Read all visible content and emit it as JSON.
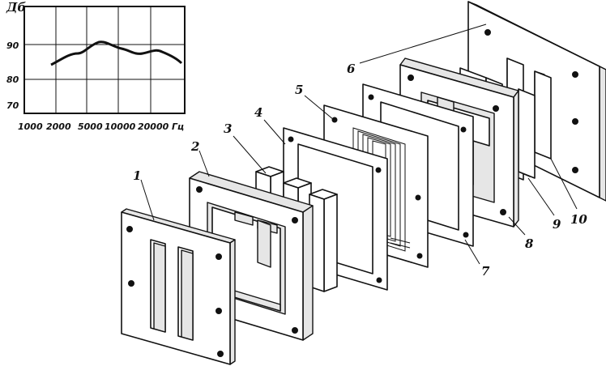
{
  "chart": {
    "ylabel": "Дб",
    "yticks": [
      "90",
      "80",
      "70"
    ],
    "xticks": [
      "1000",
      "2000",
      "5000",
      "10000",
      "20000"
    ],
    "xunit": "Гц"
  },
  "labels": [
    "1",
    "2",
    "3",
    "4",
    "5",
    "6",
    "7",
    "8",
    "9",
    "10"
  ]
}
